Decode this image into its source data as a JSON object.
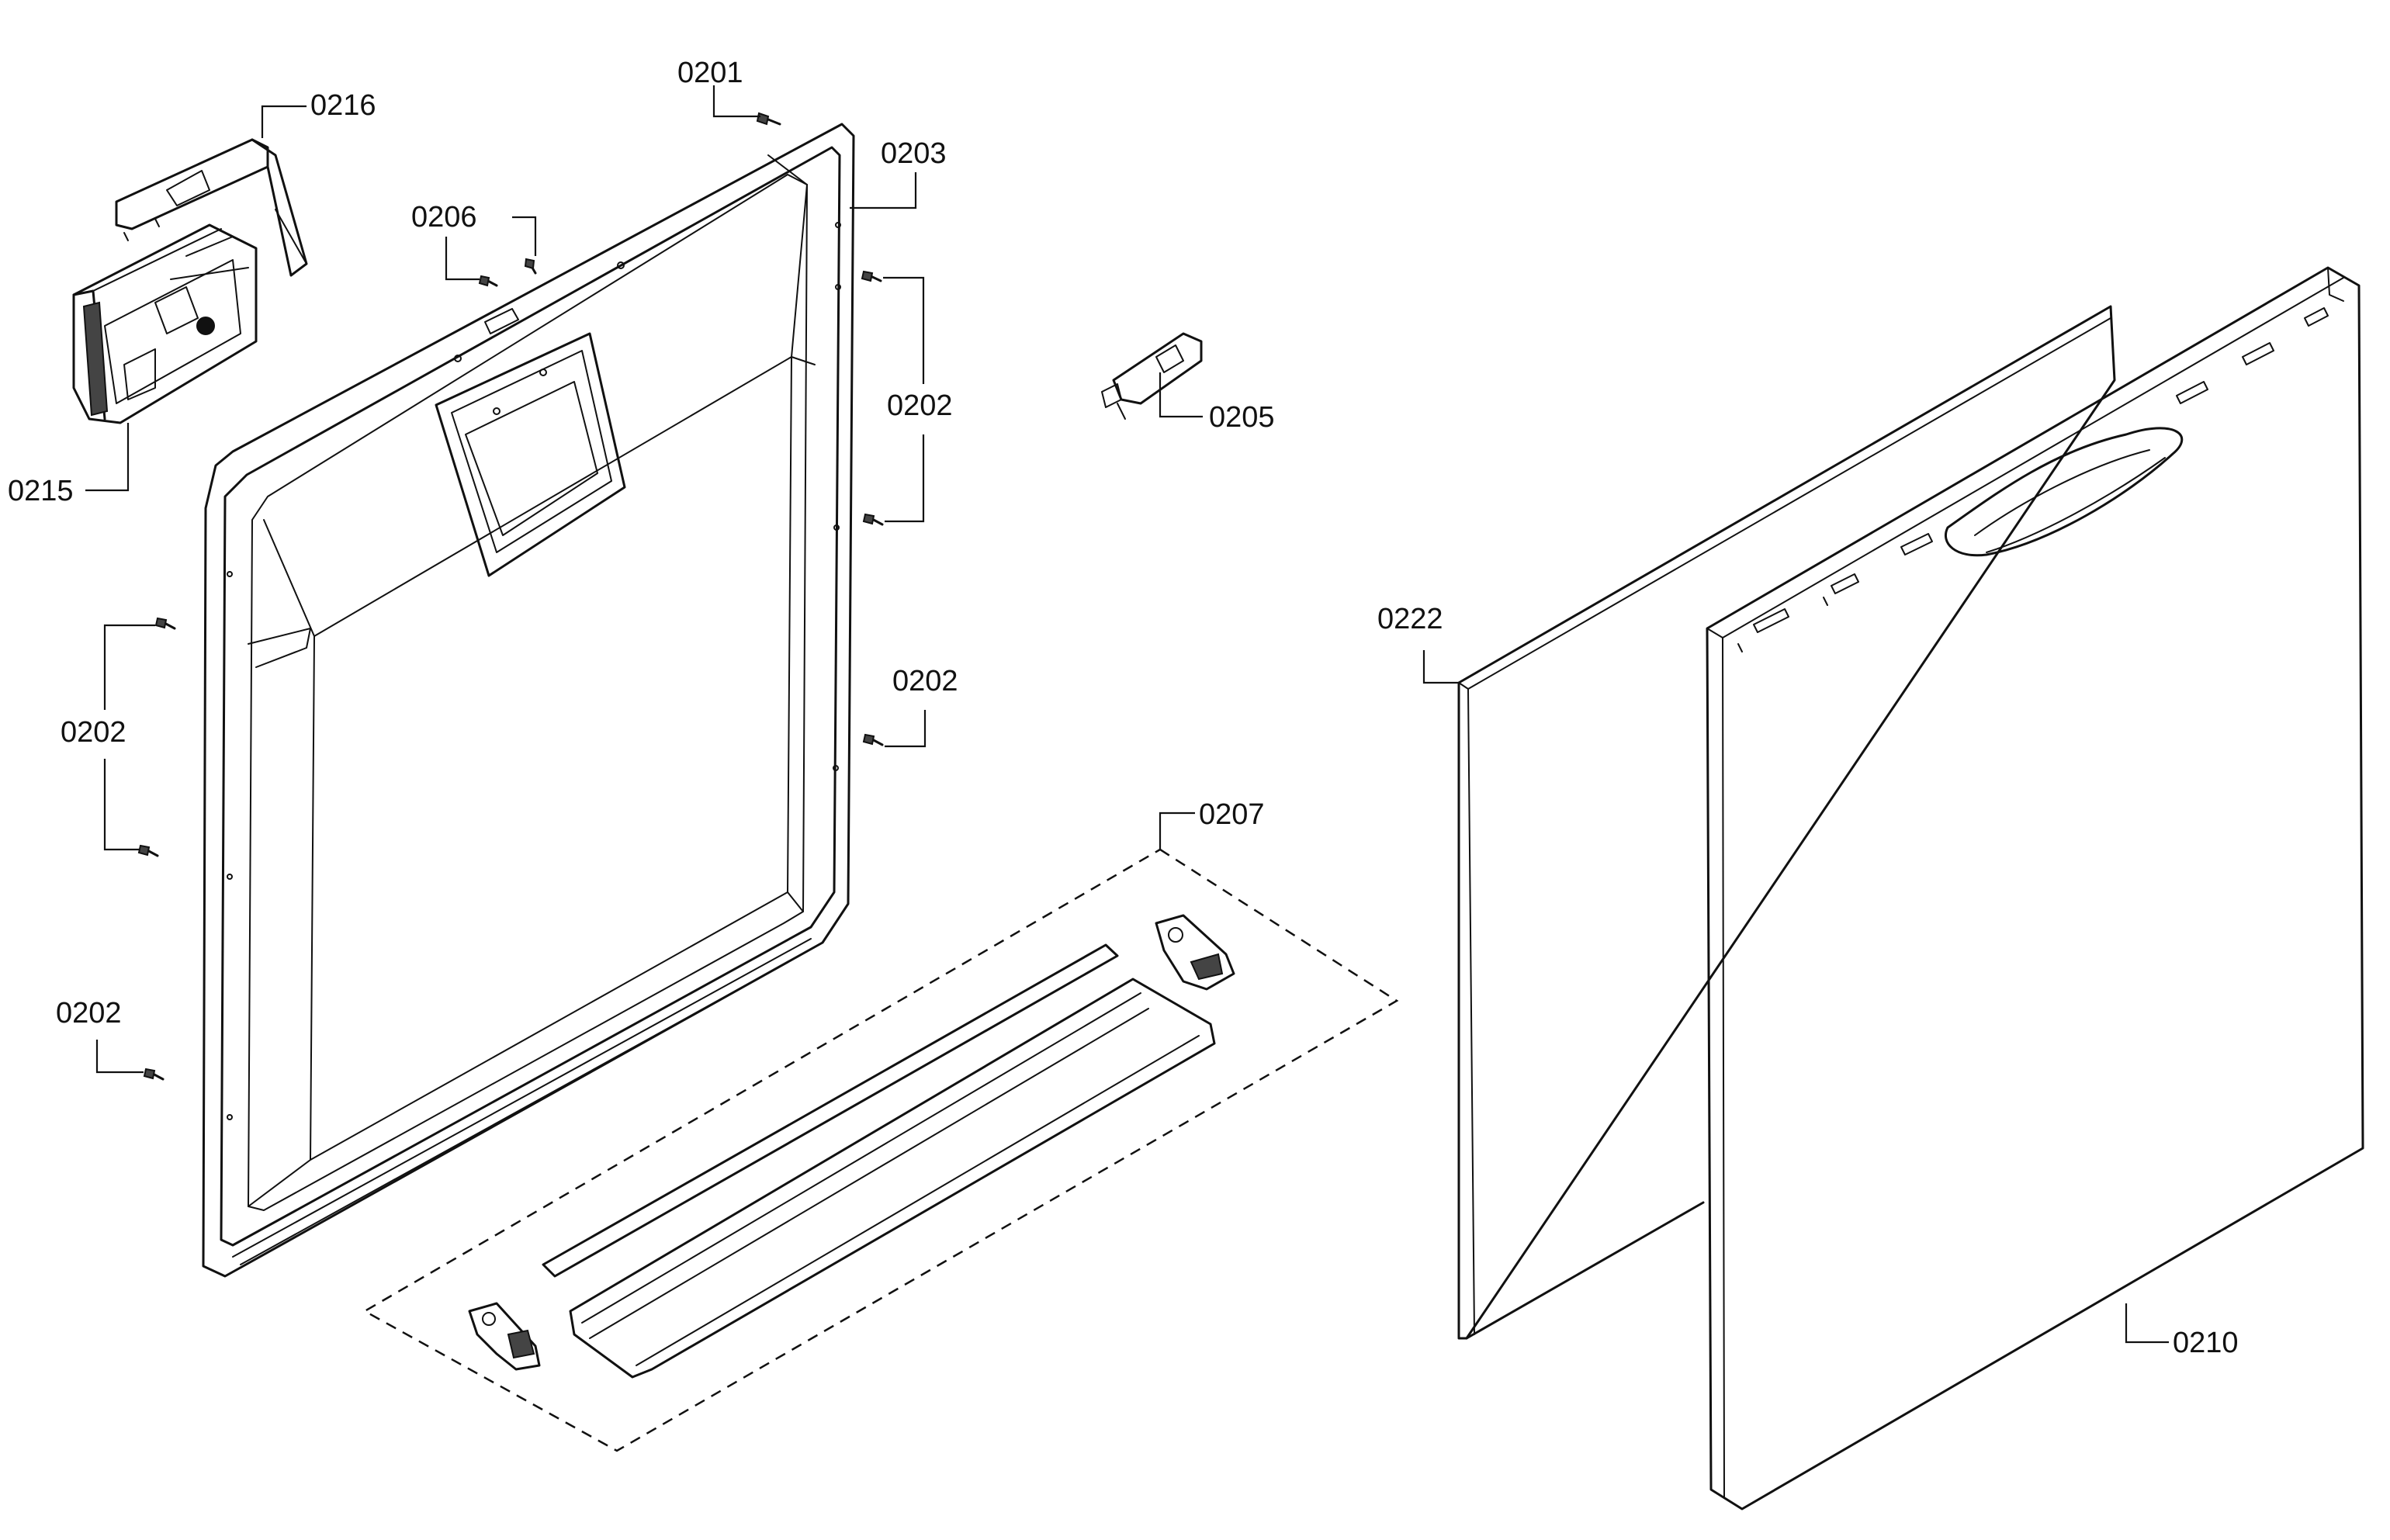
{
  "diagram": {
    "labels": {
      "p0201": "0201",
      "p0203": "0203",
      "p0216": "0216",
      "p0206": "0206",
      "p0202_right_top": "0202",
      "p0205": "0205",
      "p0215": "0215",
      "p0222": "0222",
      "p0202_right_mid": "0202",
      "p0202_left_mid": "0202",
      "p0207": "0207",
      "p0202_left_bottom": "0202",
      "p0210": "0210"
    }
  }
}
